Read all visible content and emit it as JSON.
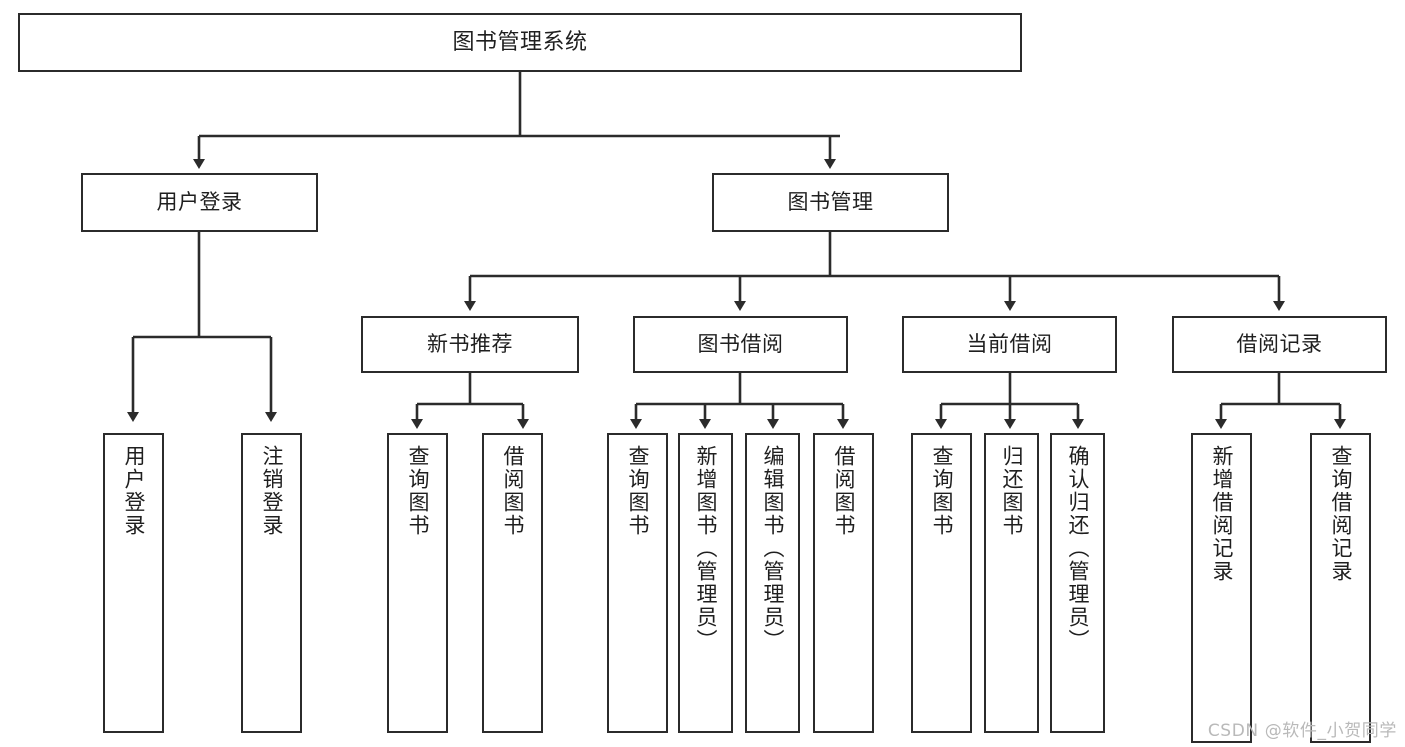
{
  "diagram": {
    "title": "图书管理系统",
    "type": "tree-hierarchy",
    "watermark": "CSDN @软件_小贺同学",
    "colors": {
      "background": "#ffffff",
      "box_border": "#2b2b2b",
      "box_fill": "#ffffff",
      "connector": "#2b2b2b",
      "text": "#1f1f1f",
      "watermark": "#b9b9b9"
    },
    "nodes": {
      "root": {
        "label": "图书管理系统"
      },
      "level1": [
        {
          "label": "用户登录"
        },
        {
          "label": "图书管理"
        }
      ],
      "level2": [
        {
          "label": "新书推荐"
        },
        {
          "label": "图书借阅"
        },
        {
          "label": "当前借阅"
        },
        {
          "label": "借阅记录"
        }
      ],
      "leaves_user_login": [
        {
          "label": "用户登录"
        },
        {
          "label": "注销登录"
        }
      ],
      "leaves_new_book": [
        {
          "label": "查询图书"
        },
        {
          "label": "借阅图书"
        }
      ],
      "leaves_borrow": [
        {
          "label": "查询图书"
        },
        {
          "label": "新增图书（管理员）"
        },
        {
          "label": "编辑图书（管理员）"
        },
        {
          "label": "借阅图书"
        }
      ],
      "leaves_current": [
        {
          "label": "查询图书"
        },
        {
          "label": "归还图书"
        },
        {
          "label": "确认归还（管理员）"
        }
      ],
      "leaves_records": [
        {
          "label": "新增借阅记录"
        },
        {
          "label": "查询借阅记录"
        }
      ]
    }
  }
}
